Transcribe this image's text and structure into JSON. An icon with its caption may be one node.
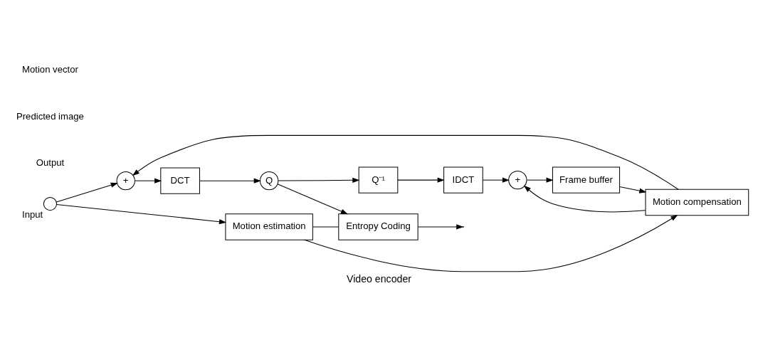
{
  "diagram": {
    "caption": "Video encoder",
    "nodes": [
      {
        "text": [],
        "shape": "circle",
        "beside": [
          "Input"
        ]
      },
      {
        "text": [
          "+"
        ]
      },
      {
        "text": [
          "DCT"
        ]
      },
      {
        "text": [
          "Q"
        ]
      },
      {
        "text": [
          "Entropy Coding"
        ]
      },
      {
        "text": [
          "Motion estimation"
        ]
      },
      {
        "text": [
          "Q⁻¹"
        ]
      },
      {
        "text": [
          "IDCT"
        ]
      },
      {
        "text": [
          "Frame buffer"
        ]
      },
      {
        "text": [
          "Motion compensation"
        ]
      },
      {
        "text": [
          "+"
        ]
      }
    ],
    "edges": [
      {
        "from": 0,
        "to": 1,
        "arrow": "to"
      },
      {
        "from": 0,
        "to": 5,
        "arrow": "to"
      },
      {
        "from": 1,
        "to": 2,
        "arrow": "to"
      },
      {
        "from": 2,
        "to": 3,
        "arrow": "to"
      },
      {
        "from": 3,
        "to": 4,
        "arrow": "to"
      },
      {
        "from": 3,
        "to": 6,
        "arrow": "to"
      },
      {
        "from": 4,
        "to": null,
        "arrow": "to"
      },
      {
        "from": 6,
        "to": 7,
        "arrow": "to"
      },
      {
        "from": 7,
        "to": 10,
        "arrow": "to"
      },
      {
        "from": 10,
        "to": 8,
        "arrow": "to"
      },
      {
        "from": 8,
        "to": 9,
        "arrow": "to"
      },
      {
        "from": 9,
        "to": 1,
        "arrow": "to"
      },
      {
        "from": 9,
        "to": 10,
        "arrow": "to"
      },
      {
        "from": 5,
        "to": 9,
        "arrow": "to"
      },
      {
        "from": 5,
        "to": 4,
        "arrow": "none"
      }
    ],
    "labels": [
      "Output",
      "Predicted image",
      "Motion vector"
    ]
  }
}
